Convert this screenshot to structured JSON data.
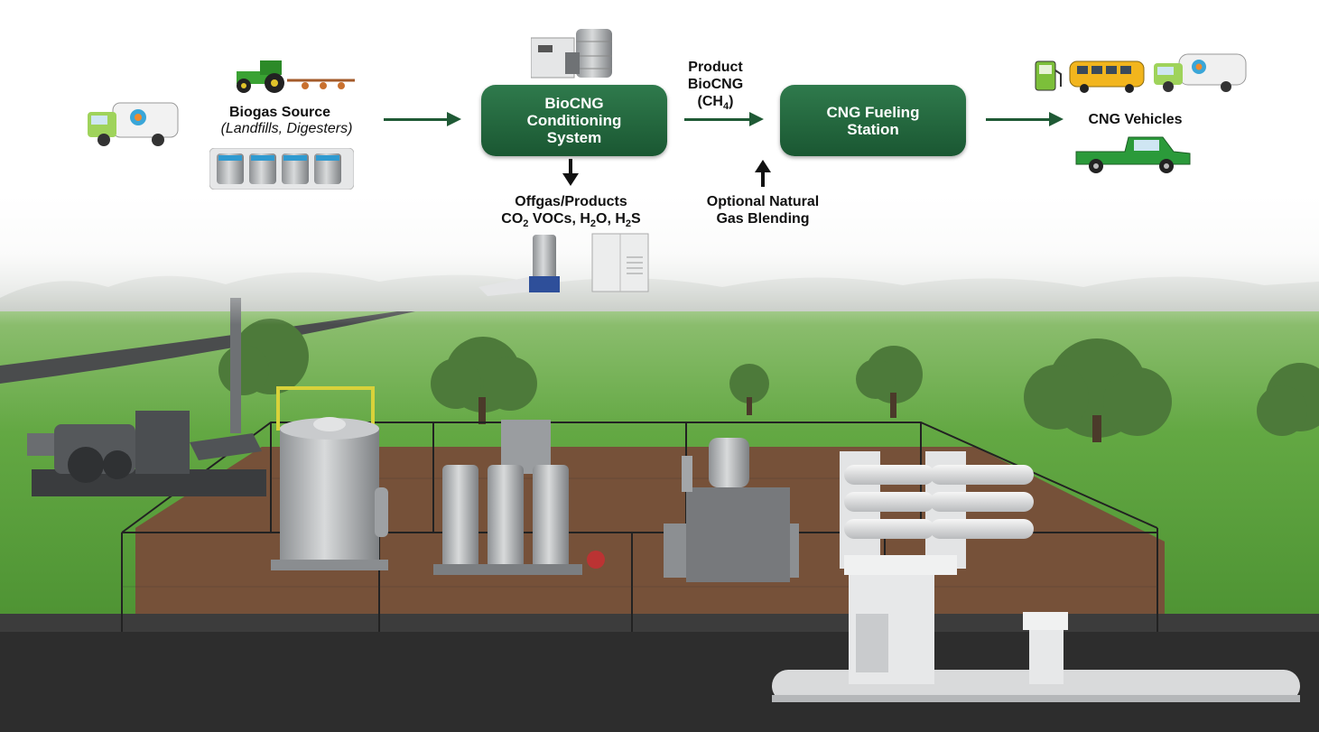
{
  "diagram": {
    "biogas_source": {
      "title": "Biogas Source",
      "subtitle": "(Landfills, Digesters)"
    },
    "conditioning_box": {
      "line1": "BioCNG",
      "line2": "Conditioning",
      "line3": "System"
    },
    "product_label": {
      "line1": "Product",
      "line2": "BioCNG",
      "line3_prefix": "(CH",
      "line3_sub": "4",
      "line3_suffix": ")"
    },
    "fueling_box": {
      "line1": "CNG Fueling",
      "line2": "Station"
    },
    "vehicles_label": "CNG Vehicles",
    "offgas": {
      "line1": "Offgas/Products",
      "co2_prefix": "CO",
      "co2_sub": "2",
      "rest_a": " VOCs, H",
      "h2o_sub": "2",
      "rest_b": "O, H",
      "h2s_sub": "2",
      "rest_c": "S"
    },
    "blending": {
      "line1": "Optional Natural",
      "line2": "Gas Blending"
    }
  },
  "colors": {
    "box_green": "#1f6a3f",
    "arrow_green": "#1f5a35",
    "grass": "#5fa742",
    "asphalt": "#2b2b2b",
    "mulch": "#6b4a34"
  },
  "icons": [
    "garbage-truck-icon",
    "tractor-icon",
    "gas-canisters-icon",
    "conditioning-unit-icon",
    "fuel-pump-icon",
    "school-bus-icon",
    "pickup-truck-icon",
    "filter-column-icon",
    "cabinet-icon"
  ]
}
